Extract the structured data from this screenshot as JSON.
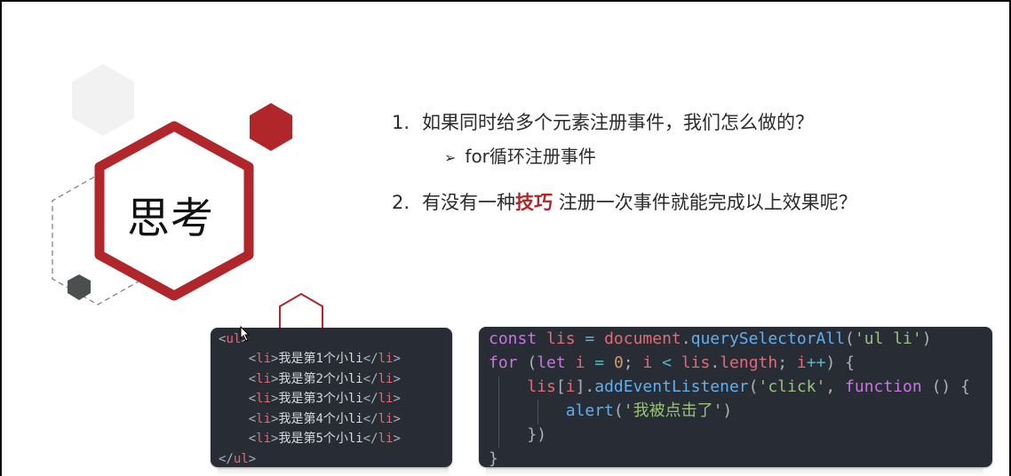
{
  "badge": {
    "label": "思考",
    "accent_color": "#b0262b"
  },
  "questions": [
    {
      "number": "1.",
      "text": "如果同时给多个元素注册事件，我们怎么做的？"
    },
    {
      "number": "2.",
      "text_before": "有没有一种",
      "highlight": "技巧",
      "text_after": " 注册一次事件就能完成以上效果呢？"
    }
  ],
  "answer": {
    "bullet": "arrow-bullet-icon",
    "text": "for循环注册事件"
  },
  "html_code": {
    "open_tag": "ul",
    "close_tag": "ul",
    "item_tag": "li",
    "items": [
      "我是第1个小li",
      "我是第2个小li",
      "我是第3个小li",
      "我是第4个小li",
      "我是第5个小li"
    ]
  },
  "js_code": {
    "line1": {
      "kw": "const",
      "var": "lis",
      "op": "=",
      "obj": "document",
      "method": "querySelectorAll",
      "arg": "'ul li'"
    },
    "line2": {
      "kw": "for",
      "let": "let",
      "i": "i",
      "zero": "0",
      "lis": "lis",
      "prop": "length",
      "inc": "++"
    },
    "line3": {
      "lis": "lis",
      "i": "i",
      "method": "addEventListener",
      "evt": "'click'",
      "fn": "function"
    },
    "line4": {
      "fn": "alert",
      "msg": "'我被点击了'"
    },
    "line5": "})",
    "line6": "}"
  }
}
